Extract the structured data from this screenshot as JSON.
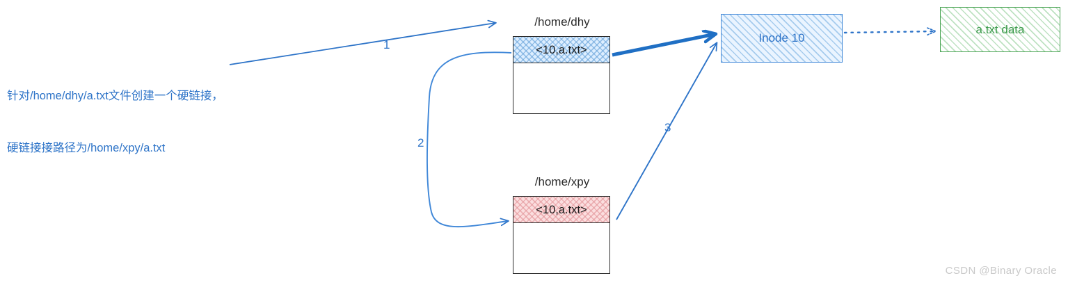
{
  "page": {
    "background": "#ffffff",
    "accent_blue": "#2e74c8",
    "accent_green": "#3a9a4a",
    "pink_fill": "#fbdedf",
    "blue_fill": "#ddeeff"
  },
  "annotation": {
    "line1": "针对/home/dhy/a.txt文件创建一个硬链接，",
    "line2": "硬链接接路径为/home/xpy/a.txt"
  },
  "directories": [
    {
      "caption": "/home/dhy",
      "entry": "<10,a.txt>",
      "fill": "blue"
    },
    {
      "caption": "/home/xpy",
      "entry": "<10,a.txt>",
      "fill": "pink"
    }
  ],
  "nodes": {
    "inode": {
      "label": "Inode 10"
    },
    "data": {
      "label": "a.txt data"
    }
  },
  "connectors": [
    {
      "id": "1",
      "label": "1",
      "from": "annotation",
      "to": "/home/dhy"
    },
    {
      "id": "2",
      "label": "2",
      "from": "/home/dhy entry",
      "to": "/home/xpy entry"
    },
    {
      "id": "3",
      "label": "3",
      "from": "/home/xpy entry",
      "to": "Inode 10"
    }
  ],
  "watermark": {
    "text": "CSDN @Binary Oracle"
  }
}
